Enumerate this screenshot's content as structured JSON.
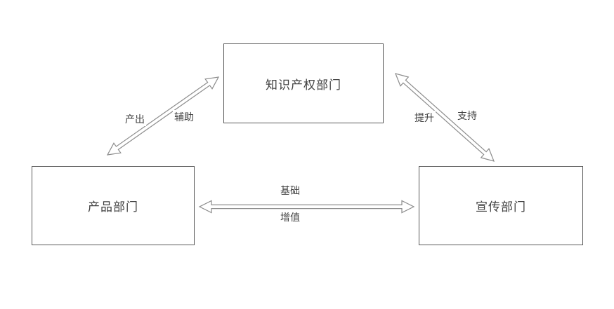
{
  "diagram": {
    "title": "",
    "nodes": [
      {
        "id": "ip-department",
        "label": "知识产权部门"
      },
      {
        "id": "product-department",
        "label": "产品部门"
      },
      {
        "id": "publicity-department",
        "label": "宣传部门"
      }
    ],
    "edges": [
      {
        "from": "产品部门",
        "to": "知识产权部门",
        "style": "double-headed-hollow-arrow",
        "labels": [
          "产出",
          "辅助"
        ]
      },
      {
        "from": "知识产权部门",
        "to": "宣传部门",
        "style": "double-headed-hollow-arrow",
        "labels": [
          "提升",
          "支持"
        ]
      },
      {
        "from": "产品部门",
        "to": "宣传部门",
        "style": "double-headed-hollow-arrow",
        "labels": [
          "基础",
          "增值"
        ]
      }
    ],
    "colors": {
      "node_border": "#595959",
      "arrow_stroke": "#8c8c8c",
      "text": "#404040",
      "background": "#ffffff"
    }
  }
}
